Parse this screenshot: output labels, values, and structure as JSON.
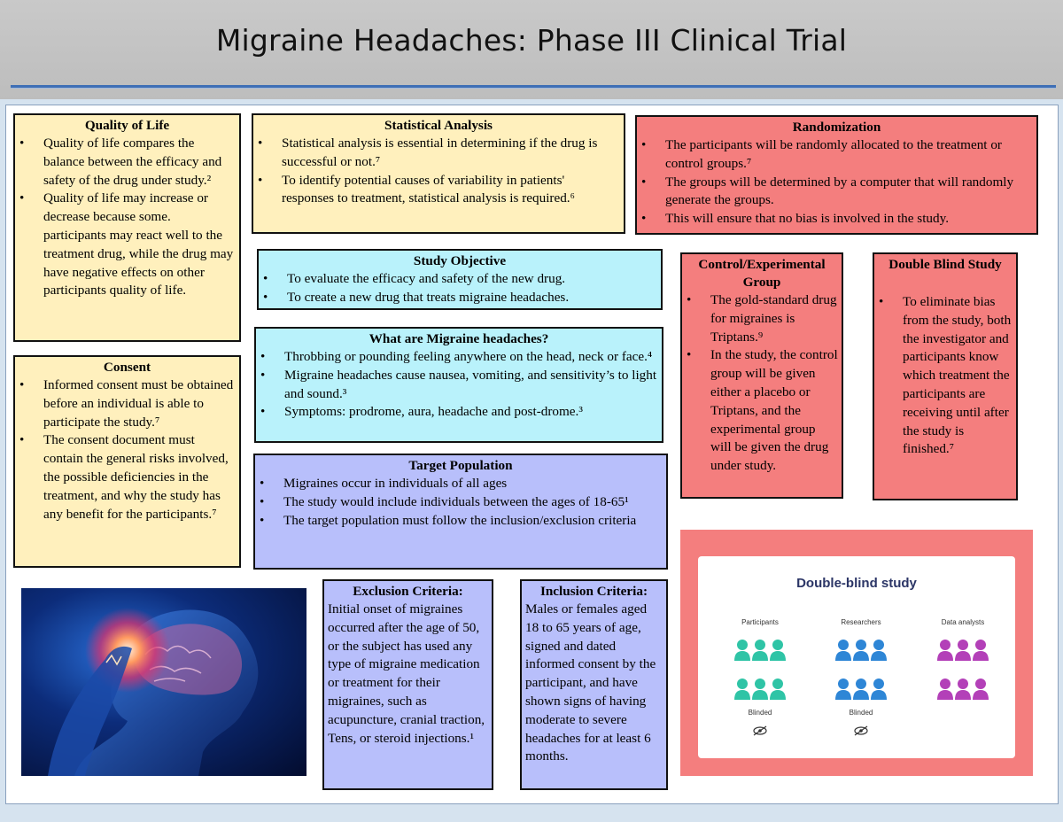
{
  "title": "Migraine Headaches: Phase III Clinical Trial",
  "quality_of_life": {
    "heading": "Quality of Life",
    "items": [
      "Quality of life compares the balance between the efficacy and safety of the drug under study.²",
      "Quality of life may increase or decrease because some. participants may react well to the treatment drug, while the drug may have negative effects on other participants quality of life."
    ]
  },
  "consent": {
    "heading": "Consent",
    "items": [
      "Informed consent must be obtained before an individual is able to participate the study.⁷",
      "The consent document must contain the general risks involved, the possible deficiencies in the treatment, and why the study has any benefit for the participants.⁷"
    ]
  },
  "statistical_analysis": {
    "heading": "Statistical Analysis",
    "items": [
      "Statistical analysis is essential in determining if the drug is successful or not.⁷",
      "To identify potential causes of variability in patients' responses to treatment, statistical analysis is required.⁶"
    ]
  },
  "randomization": {
    "heading": "Randomization",
    "items": [
      "The participants will be randomly allocated to the treatment or control groups.⁷",
      "The groups will be determined by a computer that will randomly generate the groups.",
      "This will ensure that no bias is involved in the study."
    ]
  },
  "study_objective": {
    "heading": "Study Objective",
    "items": [
      "To evaluate the efficacy and safety of the new drug.",
      "To create a new drug that treats migraine headaches."
    ]
  },
  "what_are_migraines": {
    "heading": "What are Migraine headaches?",
    "items": [
      "Throbbing or pounding feeling anywhere on the head, neck or face.⁴",
      "Migraine headaches cause nausea, vomiting, and sensitivity’s to light and sound.³",
      "Symptoms: prodrome, aura, headache and post-drome.³"
    ]
  },
  "target_population": {
    "heading": "Target Population",
    "items": [
      "Migraines occur in individuals of all ages",
      "The study would include individuals between the ages of 18-65¹",
      "The target population must follow the inclusion/exclusion criteria"
    ]
  },
  "control_group": {
    "heading": "Control/Experimental Group",
    "items": [
      "The gold-standard drug for migraines is Triptans.⁹",
      "In the study, the control group will be given either a placebo or Triptans, and the experimental group will be given the drug under study."
    ]
  },
  "double_blind": {
    "heading": "Double Blind Study",
    "items": [
      "To eliminate bias from the study, both the investigator and participants know which treatment the participants are receiving until after the study is finished.⁷"
    ]
  },
  "exclusion": {
    "heading": "Exclusion Criteria:",
    "text": "Initial onset of migraines occurred after the age of 50, or the subject has used any type of migraine medication or treatment for their migraines, such as acupuncture, cranial traction, Tens, or steroid injections.¹"
  },
  "inclusion": {
    "heading": "Inclusion Criteria:",
    "text": "Males or females aged 18 to 65 years of age, signed and dated informed consent by the participant, and have shown signs of having moderate to severe headaches for at least 6 months."
  },
  "double_blind_figure": {
    "title": "Double-blind study",
    "groups": [
      {
        "label": "Participants",
        "color": "#2fc4a6",
        "blinded": "Blinded"
      },
      {
        "label": "Researchers",
        "color": "#2e86d6",
        "blinded": "Blinded"
      },
      {
        "label": "Data analysts",
        "color": "#b340b8",
        "blinded": ""
      }
    ]
  }
}
